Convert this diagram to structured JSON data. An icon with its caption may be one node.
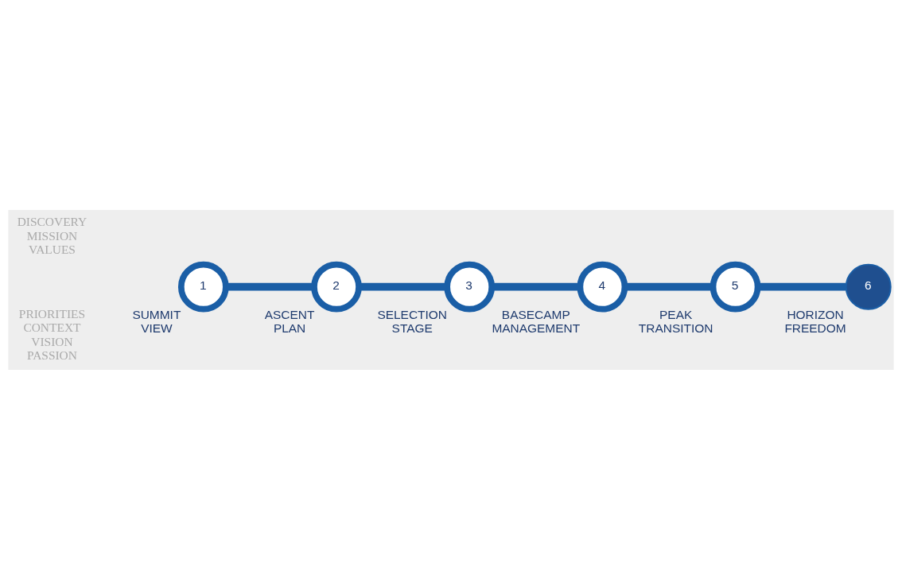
{
  "diagram": {
    "nodes": [
      {
        "text": [
          "1"
        ],
        "beside": [
          "SUMMIT VIEW"
        ]
      },
      {
        "text": [
          "2"
        ],
        "beside": [
          "ASCENT PLAN"
        ]
      },
      {
        "text": [
          "3"
        ],
        "beside": [
          "SELECTION STAGE"
        ]
      },
      {
        "text": [
          "4"
        ],
        "beside": [
          "BASECAMP MANAGEMENT"
        ]
      },
      {
        "text": [
          "5"
        ],
        "beside": [
          "PEAK TRANSITION"
        ]
      },
      {
        "text": [
          "6"
        ],
        "beside": [
          "HORIZON FREEDOM"
        ]
      }
    ],
    "edges": [
      {
        "from": 0,
        "to": 1,
        "arrow": "none"
      },
      {
        "from": 1,
        "to": 2,
        "arrow": "none"
      },
      {
        "from": 2,
        "to": 3,
        "arrow": "none"
      },
      {
        "from": 3,
        "to": 4,
        "arrow": "none"
      },
      {
        "from": 4,
        "to": 5,
        "arrow": "none"
      }
    ],
    "labels": [
      "DISCOVERY MISSION VALUES",
      "PRIORITIES CONTEXT VISION PASSION"
    ]
  }
}
